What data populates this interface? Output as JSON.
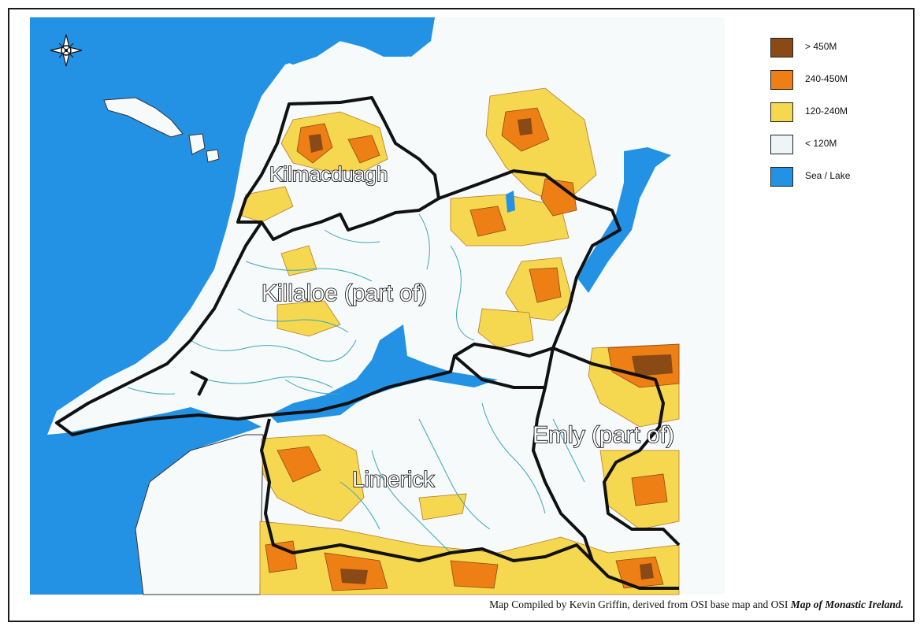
{
  "legend": [
    {
      "label": "> 450M",
      "color": "#8a4a16"
    },
    {
      "label": "240-450M",
      "color": "#ee7f14"
    },
    {
      "label": "120-240M",
      "color": "#f5d750"
    },
    {
      "label": "< 120M",
      "color": "#eef5f8"
    },
    {
      "label": "Sea / Lake",
      "color": "#2392e4"
    }
  ],
  "regions": {
    "kilmacduagh": "Kilmacduagh",
    "killaloe": "Killaloe (part of)",
    "limerick": "Limerick",
    "emly": "Emly (part of)"
  },
  "caption": {
    "prefix": "Map Compiled by Kevin Griffin, derived from OSI base map and OSI ",
    "italic": "Map of Monastic Ireland."
  },
  "colors": {
    "sea": "#2392e4",
    "land_low": "#eef5f8",
    "land_mid": "#f5d750",
    "land_high": "#ee7f14",
    "land_top": "#8a4a16",
    "river": "#3ca8b8",
    "boundary": "#111111"
  },
  "icons": {
    "compass": "compass-rose-icon"
  }
}
